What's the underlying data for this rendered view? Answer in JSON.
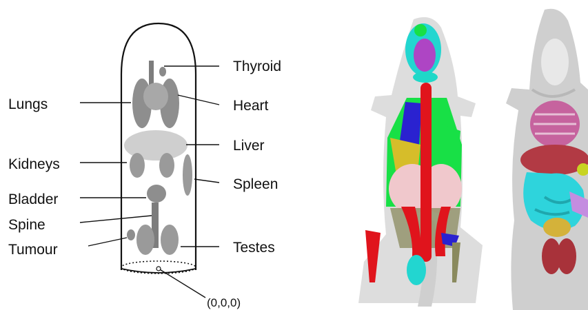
{
  "schematic": {
    "labels_left": [
      "Lungs",
      "Kidneys",
      "Bladder",
      "Spine",
      "Tumour"
    ],
    "labels_right": [
      "Thyroid",
      "Heart",
      "Liver",
      "Spleen",
      "Testes"
    ],
    "origin": "(0,0,0)"
  },
  "colors": {
    "organ_gray": "#8a8a8a",
    "liver_gray": "#cfcfcf",
    "mouse_body": "#d9d9d9",
    "segment_red": "#e0141c",
    "segment_blue": "#2a22d0",
    "segment_green": "#18e046",
    "segment_cyan": "#22d6d0",
    "segment_pink": "#f0c8cc",
    "segment_magenta": "#c72cc2",
    "segment_olive": "#8a8a5e",
    "gut_cyan": "#2ed4dc",
    "rib_purple": "#c6639e",
    "liver_red": "#b23a44",
    "bladder_yellow": "#d4b23a"
  }
}
